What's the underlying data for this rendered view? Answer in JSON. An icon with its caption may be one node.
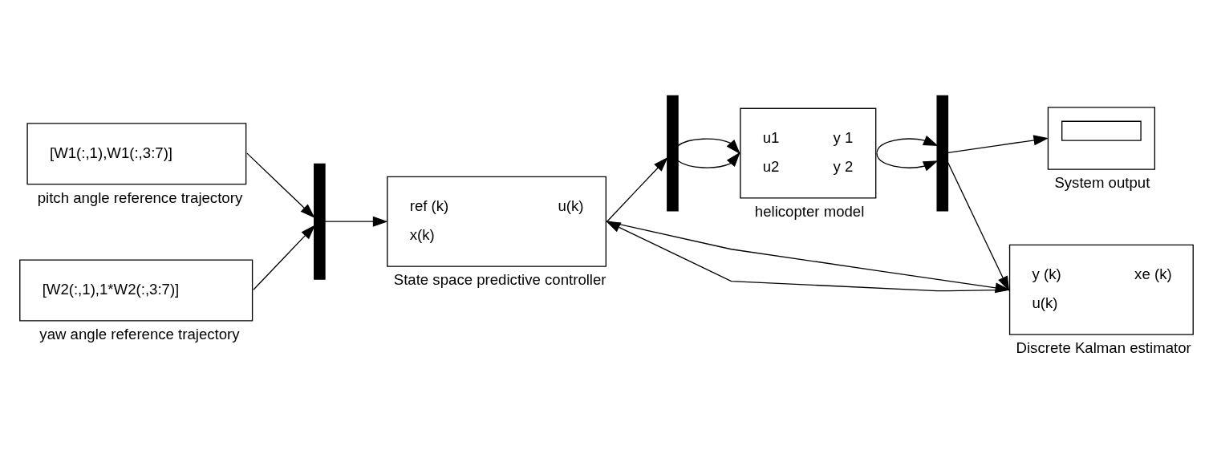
{
  "diagram": {
    "nodes": [
      {
        "text": [
          "[W1(:,1),W1(:,3:7)]"
        ],
        "beside": [
          "pitch angle reference trajectory"
        ]
      },
      {
        "text": [
          "[W2(:,1),1*W2(:,3:7)]"
        ],
        "beside": [
          "yaw angle reference trajectory"
        ]
      },
      {
        "text": [],
        "shape": "bar"
      },
      {
        "text": [
          "ref (k)",
          "u(k)",
          "x(k)"
        ],
        "beside": [
          "State space predictive controller"
        ]
      },
      {
        "text": [],
        "shape": "bar"
      },
      {
        "text": [
          "u1",
          "y 1",
          "u2",
          "y 2"
        ],
        "beside": [
          "helicopter model"
        ]
      },
      {
        "text": [],
        "shape": "bar"
      },
      {
        "text": [],
        "shape": "box",
        "beside": [
          "System output"
        ]
      },
      {
        "text": [
          "y (k)",
          "xe (k)",
          "u(k)"
        ],
        "beside": [
          "Discrete Kalman estimator"
        ]
      }
    ],
    "edges": [
      {
        "from": 0,
        "to": 2,
        "arrow": "to"
      },
      {
        "from": 1,
        "to": 2,
        "arrow": "to"
      },
      {
        "from": 2,
        "to": 3,
        "arrow": "to"
      },
      {
        "from": 3,
        "to": 4,
        "arrow": "to"
      },
      {
        "from": 3,
        "to": 8,
        "arrow": "to"
      },
      {
        "from": 4,
        "to": 5,
        "arrow": "to"
      },
      {
        "from": 4,
        "to": 5,
        "arrow": "to"
      },
      {
        "from": 5,
        "to": 6,
        "arrow": "to"
      },
      {
        "from": 5,
        "to": 6,
        "arrow": "to"
      },
      {
        "from": 6,
        "to": 7,
        "arrow": "to"
      },
      {
        "from": 6,
        "to": 8,
        "arrow": "to"
      },
      {
        "from": 8,
        "to": 3,
        "arrow": "to"
      }
    ]
  }
}
